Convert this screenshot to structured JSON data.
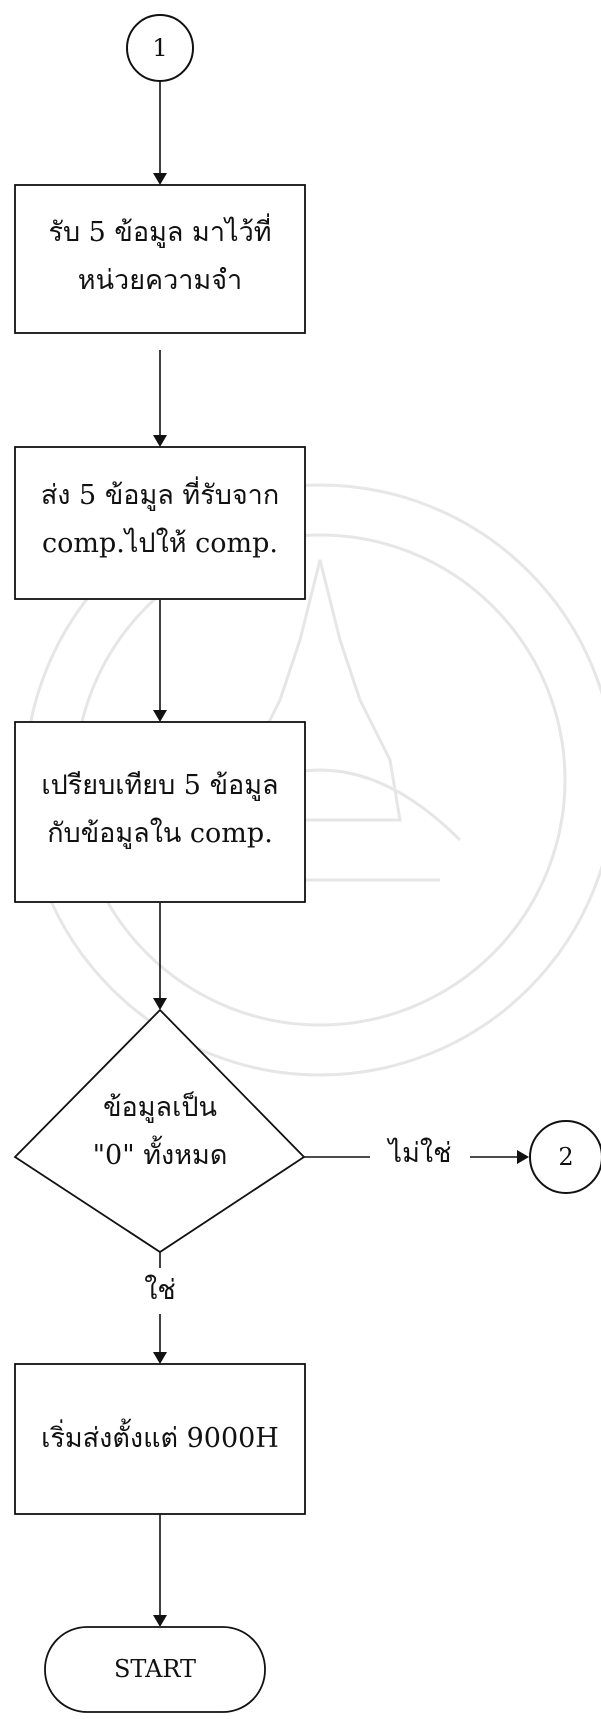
{
  "flowchart": {
    "connector_in": "1",
    "step1": {
      "line1": "รับ 5 ข้อมูล มาไว้ที่",
      "line2": "หน่วยความจำ"
    },
    "step2": {
      "line1": "ส่ง 5 ข้อมูล ที่รับจาก",
      "line2": "comp.ไปให้ comp."
    },
    "step3": {
      "line1": "เปรียบเทียบ 5 ข้อมูล",
      "line2": "กับข้อมูลใน comp."
    },
    "decision": {
      "line1": "ข้อมูลเป็น",
      "line2": "\"0\" ทั้งหมด"
    },
    "branch_no": "ไม่ใช่",
    "connector_out": "2",
    "branch_yes": "ใช่",
    "step4": "เริ่มส่งตั้งแต่ 9000H",
    "terminal": "START"
  }
}
